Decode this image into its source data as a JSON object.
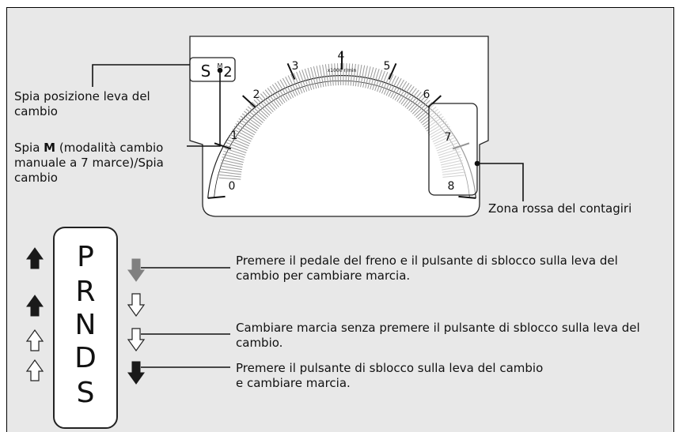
{
  "gauge": {
    "scale_numbers": [
      "0",
      "1",
      "2",
      "3",
      "4",
      "5",
      "6",
      "7",
      "8"
    ],
    "unit": "x1000 r/min"
  },
  "indicator": {
    "letter": "S",
    "small_letter": "M",
    "number": "2"
  },
  "callouts": {
    "shift_position": "Spia posizione leva del cambio",
    "m_indicator_pre": "Spia ",
    "m_indicator_bold": "M",
    "m_indicator_rest": " (modalità cambio manuale a 7 marce)/Spia cambio",
    "redzone": "Zona rossa del contagiri"
  },
  "shifter": {
    "positions": [
      "P",
      "R",
      "N",
      "D",
      "S"
    ]
  },
  "legend": {
    "gray_arrow": "Premere il pedale del freno e il pulsante di sblocco sulla leva del cambio per cambiare marcia.",
    "white_arrow": "Cambiare marcia senza premere il pulsante di sblocco sulla leva del cambio.",
    "black_arrow": "Premere il pulsante di sblocco sulla leva del cambio e cambiare marcia."
  },
  "colors": {
    "panel_bg": "#e8e8e8",
    "gray_arrow": "#808080",
    "black_arrow": "#1a1a1a",
    "white_arrow": "#ffffff"
  }
}
